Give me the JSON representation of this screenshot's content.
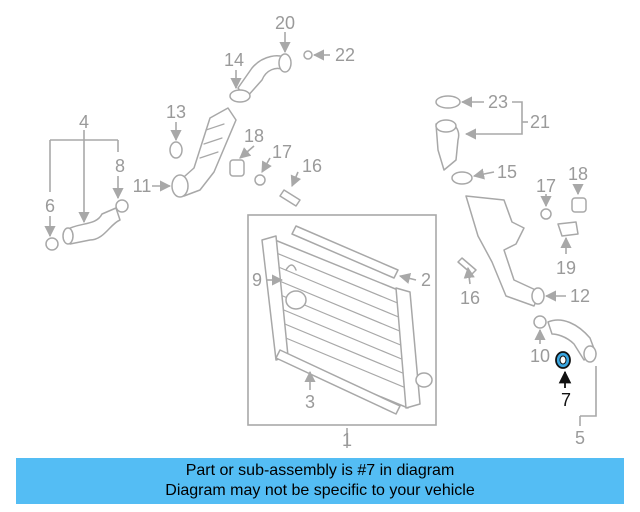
{
  "diagram": {
    "callouts": {
      "c20": "20",
      "c22": "22",
      "c14": "14",
      "c13": "13",
      "c4": "4",
      "c18a": "18",
      "c17a": "17",
      "c16a": "16",
      "c8": "8",
      "c6": "6",
      "c11": "11",
      "c9": "9",
      "c2": "2",
      "c3": "3",
      "c1": "1",
      "c23": "23",
      "c21": "21",
      "c15": "15",
      "c17b": "17",
      "c18b": "18",
      "c19": "19",
      "c16b": "16",
      "c12": "12",
      "c10": "10",
      "c7": "7",
      "c5": "5"
    },
    "highlight_color": "#3aa6e0"
  },
  "banner": {
    "line1": "Part or sub-assembly is #7 in diagram",
    "line2": "Diagram may not be specific to your vehicle",
    "background": "#54bdf4"
  }
}
